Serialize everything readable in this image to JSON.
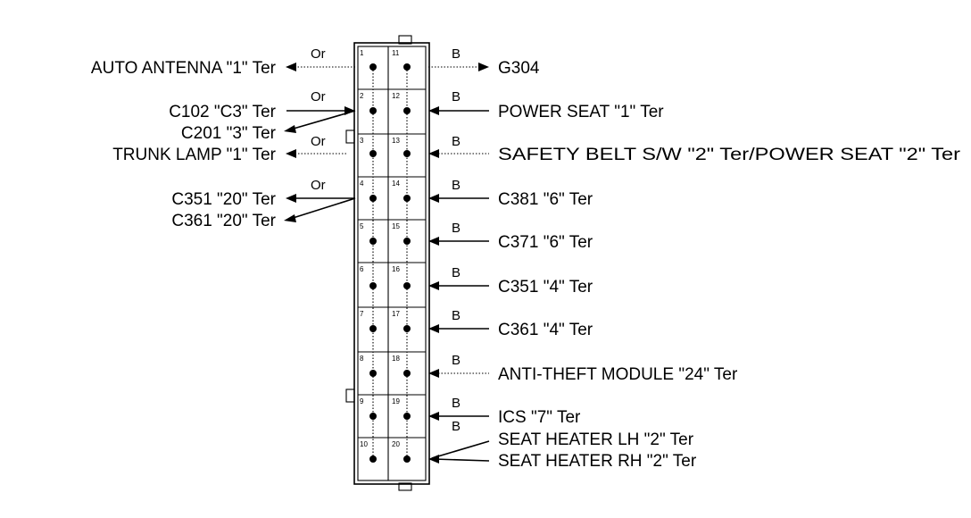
{
  "connector": {
    "pins_left": [
      "1",
      "2",
      "3",
      "4",
      "5",
      "6",
      "7",
      "8",
      "9",
      "10"
    ],
    "pins_right": [
      "11",
      "12",
      "13",
      "14",
      "15",
      "16",
      "17",
      "18",
      "19",
      "20"
    ]
  },
  "left_labels": [
    {
      "text": "AUTO ANTENNA \"1\" Ter"
    },
    {
      "text": "C102 \"C3\" Ter"
    },
    {
      "text": "C201 \"3\" Ter"
    },
    {
      "text": "TRUNK LAMP \"1\" Ter"
    },
    {
      "text": "C351 \"20\" Ter"
    },
    {
      "text": "C361 \"20\" Ter"
    }
  ],
  "left_wires": [
    "Or",
    "Or",
    "Or",
    "Or"
  ],
  "right_labels": [
    {
      "text": "G304"
    },
    {
      "text": "POWER SEAT \"1\" Ter"
    },
    {
      "text": "SAFETY BELT S/W \"2\" Ter/POWER SEAT \"2\" Ter"
    },
    {
      "text": "C381 \"6\" Ter"
    },
    {
      "text": "C371 \"6\" Ter"
    },
    {
      "text": "C351 \"4\" Ter"
    },
    {
      "text": "C361 \"4\" Ter"
    },
    {
      "text": "ANTI-THEFT MODULE \"24\" Ter"
    },
    {
      "text": "ICS \"7\" Ter"
    },
    {
      "text": "SEAT HEATER LH \"2\" Ter"
    },
    {
      "text": "SEAT HEATER RH \"2\" Ter"
    }
  ],
  "right_wires": [
    "B",
    "B",
    "B",
    "B",
    "B",
    "B",
    "B",
    "B",
    "B",
    "B"
  ]
}
